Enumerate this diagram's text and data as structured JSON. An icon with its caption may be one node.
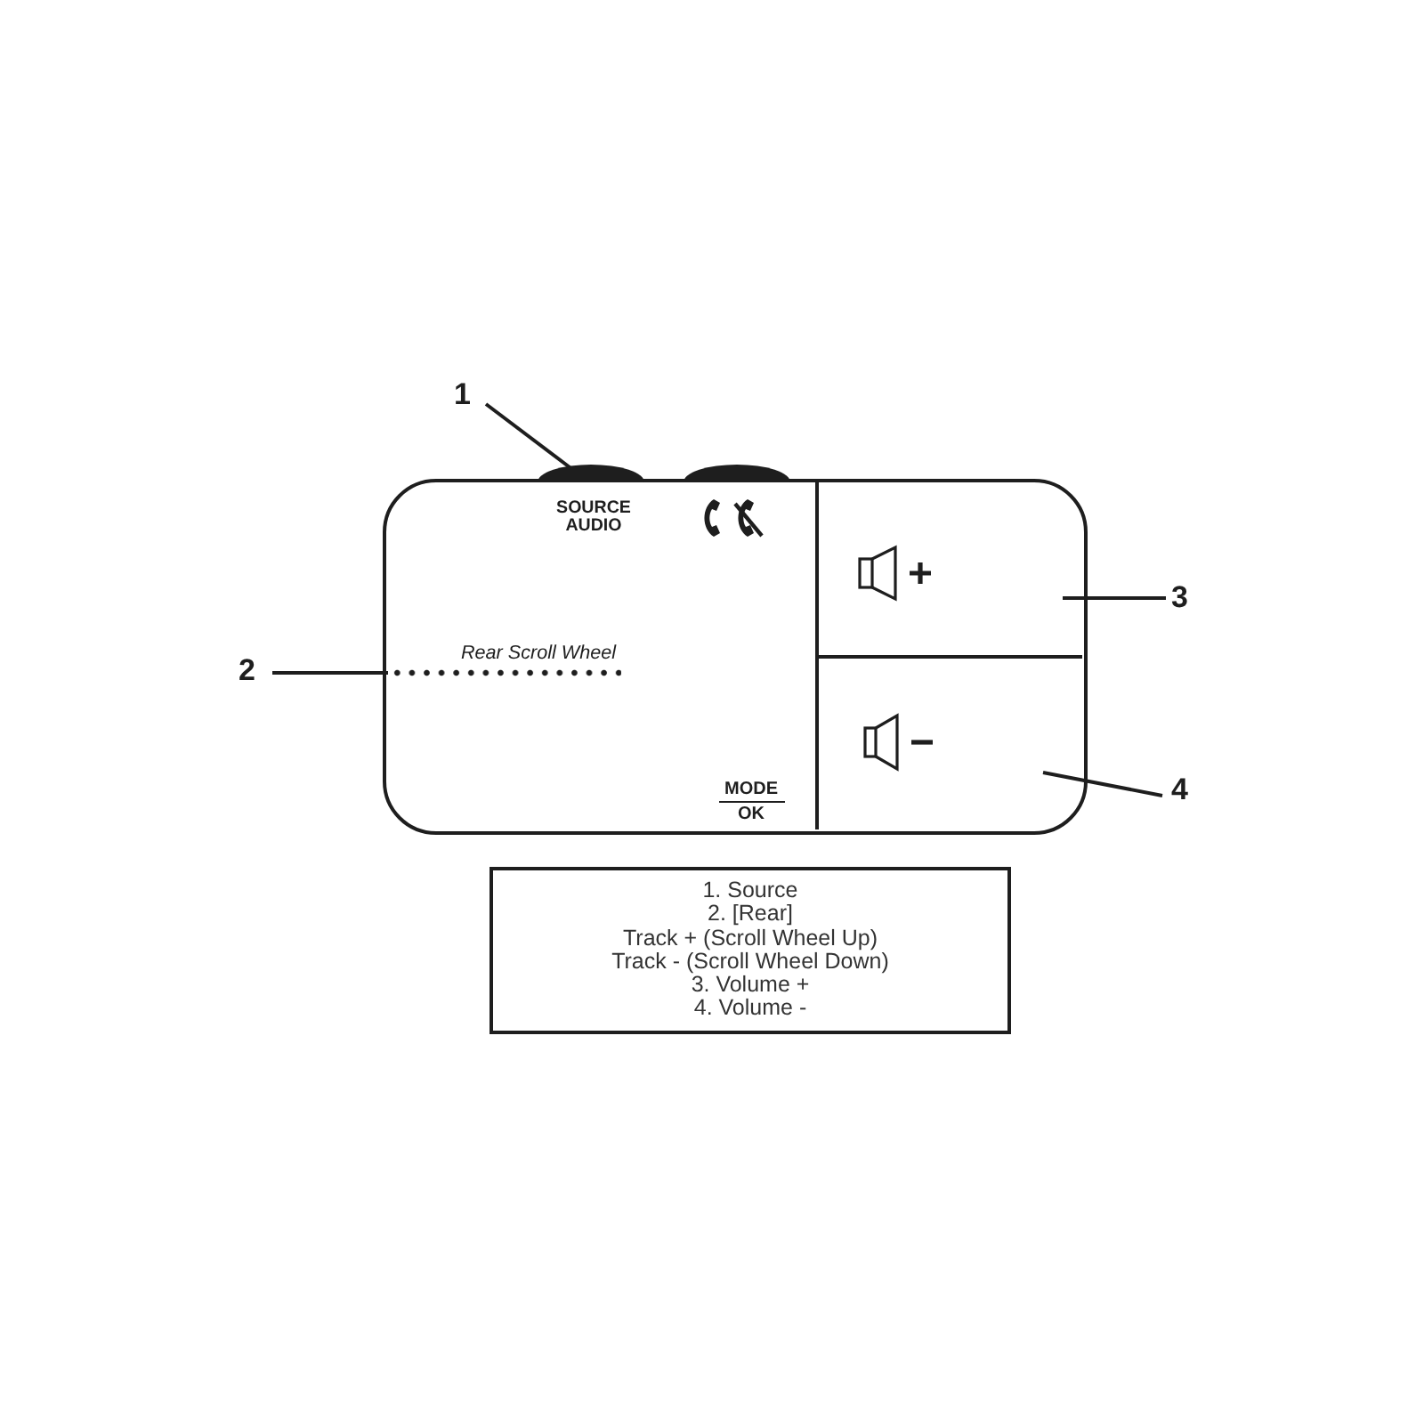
{
  "diagram": {
    "nodes": [
      {
        "text": [
          "1"
        ]
      },
      {
        "text": [
          "SOURCE AUDIO",
          "MODE",
          "OK"
        ]
      },
      {
        "text": [],
        "shape": "ellipse"
      },
      {
        "text": [],
        "shape": "ellipse"
      },
      {
        "text": [],
        "shape": "box",
        "in": 1
      },
      {
        "text": [
          "3"
        ]
      },
      {
        "text": [
          "2"
        ]
      },
      {
        "text": [
          "Rear Scroll Wheel"
        ],
        "in": 1
      },
      {
        "text": [],
        "shape": "box",
        "in": 1
      },
      {
        "text": [
          "4"
        ]
      },
      {
        "text": [
          "1. Source",
          "2. [Rear]",
          "Track + (Scroll Wheel Up)",
          "Track - (Scroll Wheel Down)",
          "3. Volume +",
          "4. Volume -"
        ]
      }
    ],
    "edges": [
      {
        "from": 0,
        "to": 2,
        "arrow": "none"
      },
      {
        "from": 5,
        "to": 4,
        "arrow": "none"
      },
      {
        "from": 6,
        "to": 7,
        "arrow": "none"
      },
      {
        "from": 9,
        "to": 8,
        "arrow": "none"
      }
    ]
  }
}
